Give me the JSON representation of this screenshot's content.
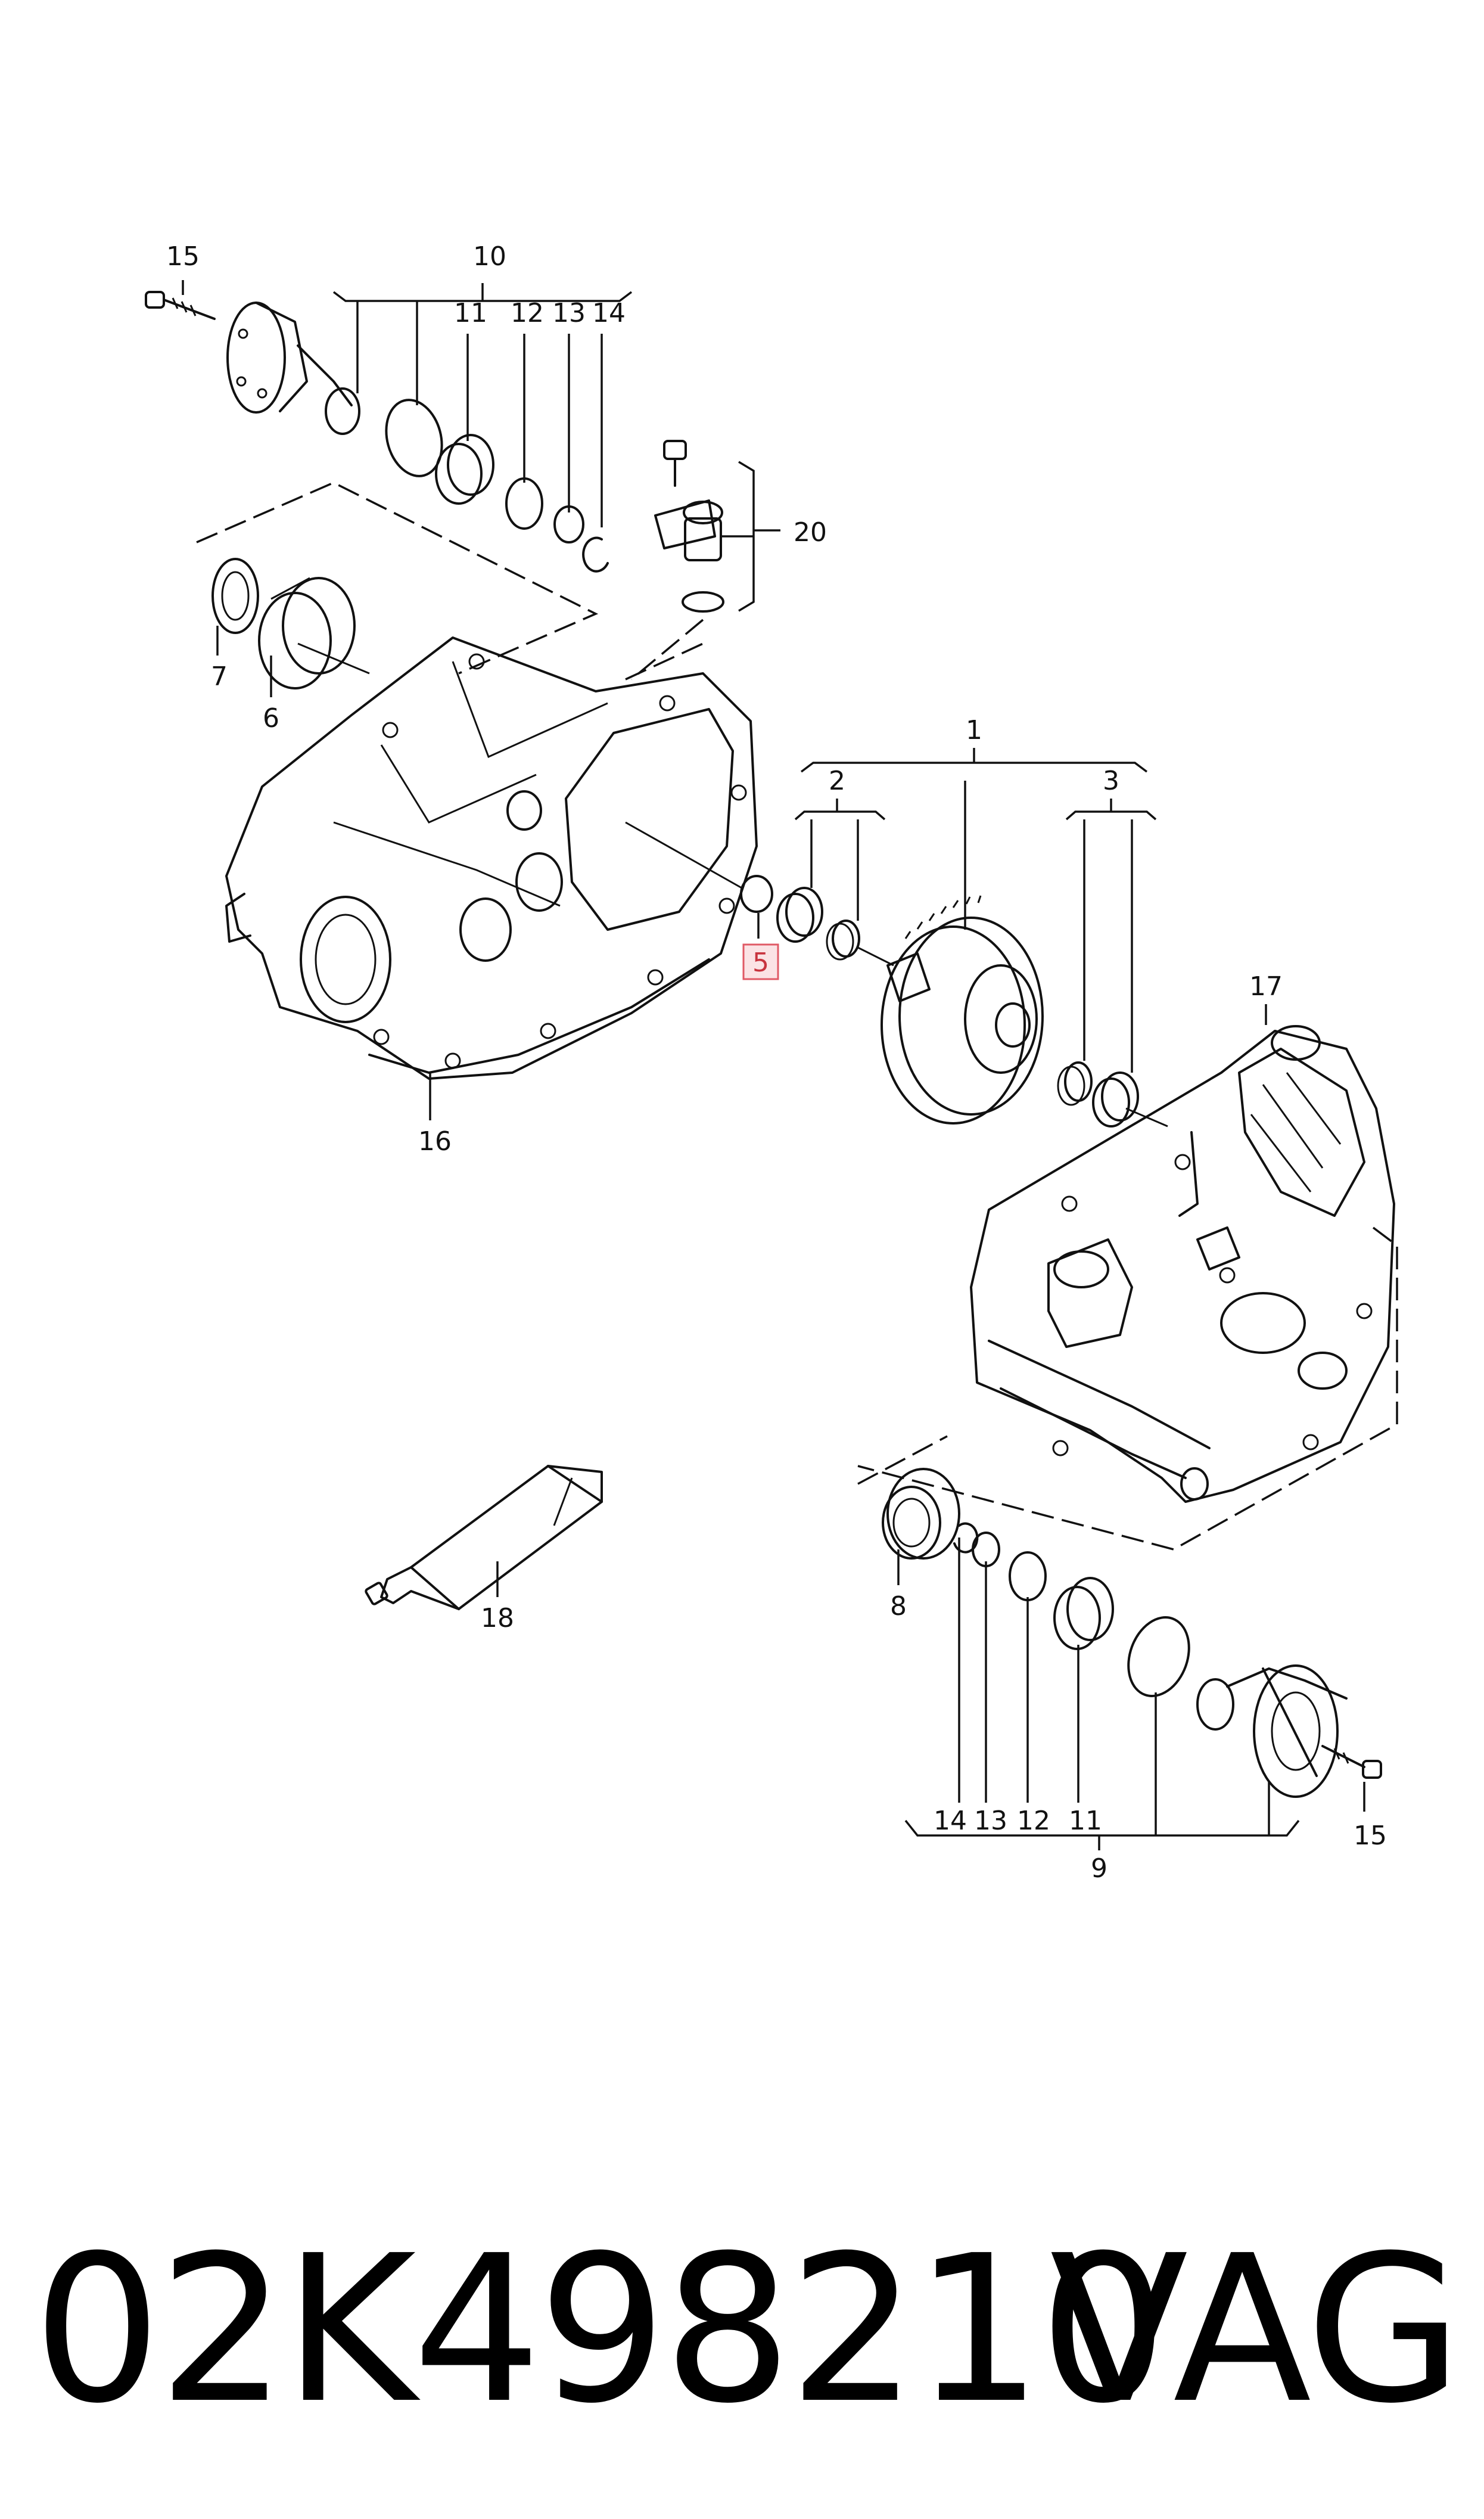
{
  "diagram": {
    "callouts": {
      "c1": "1",
      "c2": "2",
      "c3": "3",
      "c5": "5",
      "c6": "6",
      "c7": "7",
      "c8": "8",
      "c9": "9",
      "c10": "10",
      "c11a": "11",
      "c12a": "12",
      "c13a": "13",
      "c14a": "14",
      "c15a": "15",
      "c16": "16",
      "c17": "17",
      "c18": "18",
      "c20": "20",
      "c11b": "11",
      "c12b": "12",
      "c13b": "13",
      "c14b": "14",
      "c15b": "15"
    },
    "highlighted_callout": "5",
    "highlight_color": "#e05a66"
  },
  "footer": {
    "part_number": "02K498210",
    "brand": "VAG"
  }
}
